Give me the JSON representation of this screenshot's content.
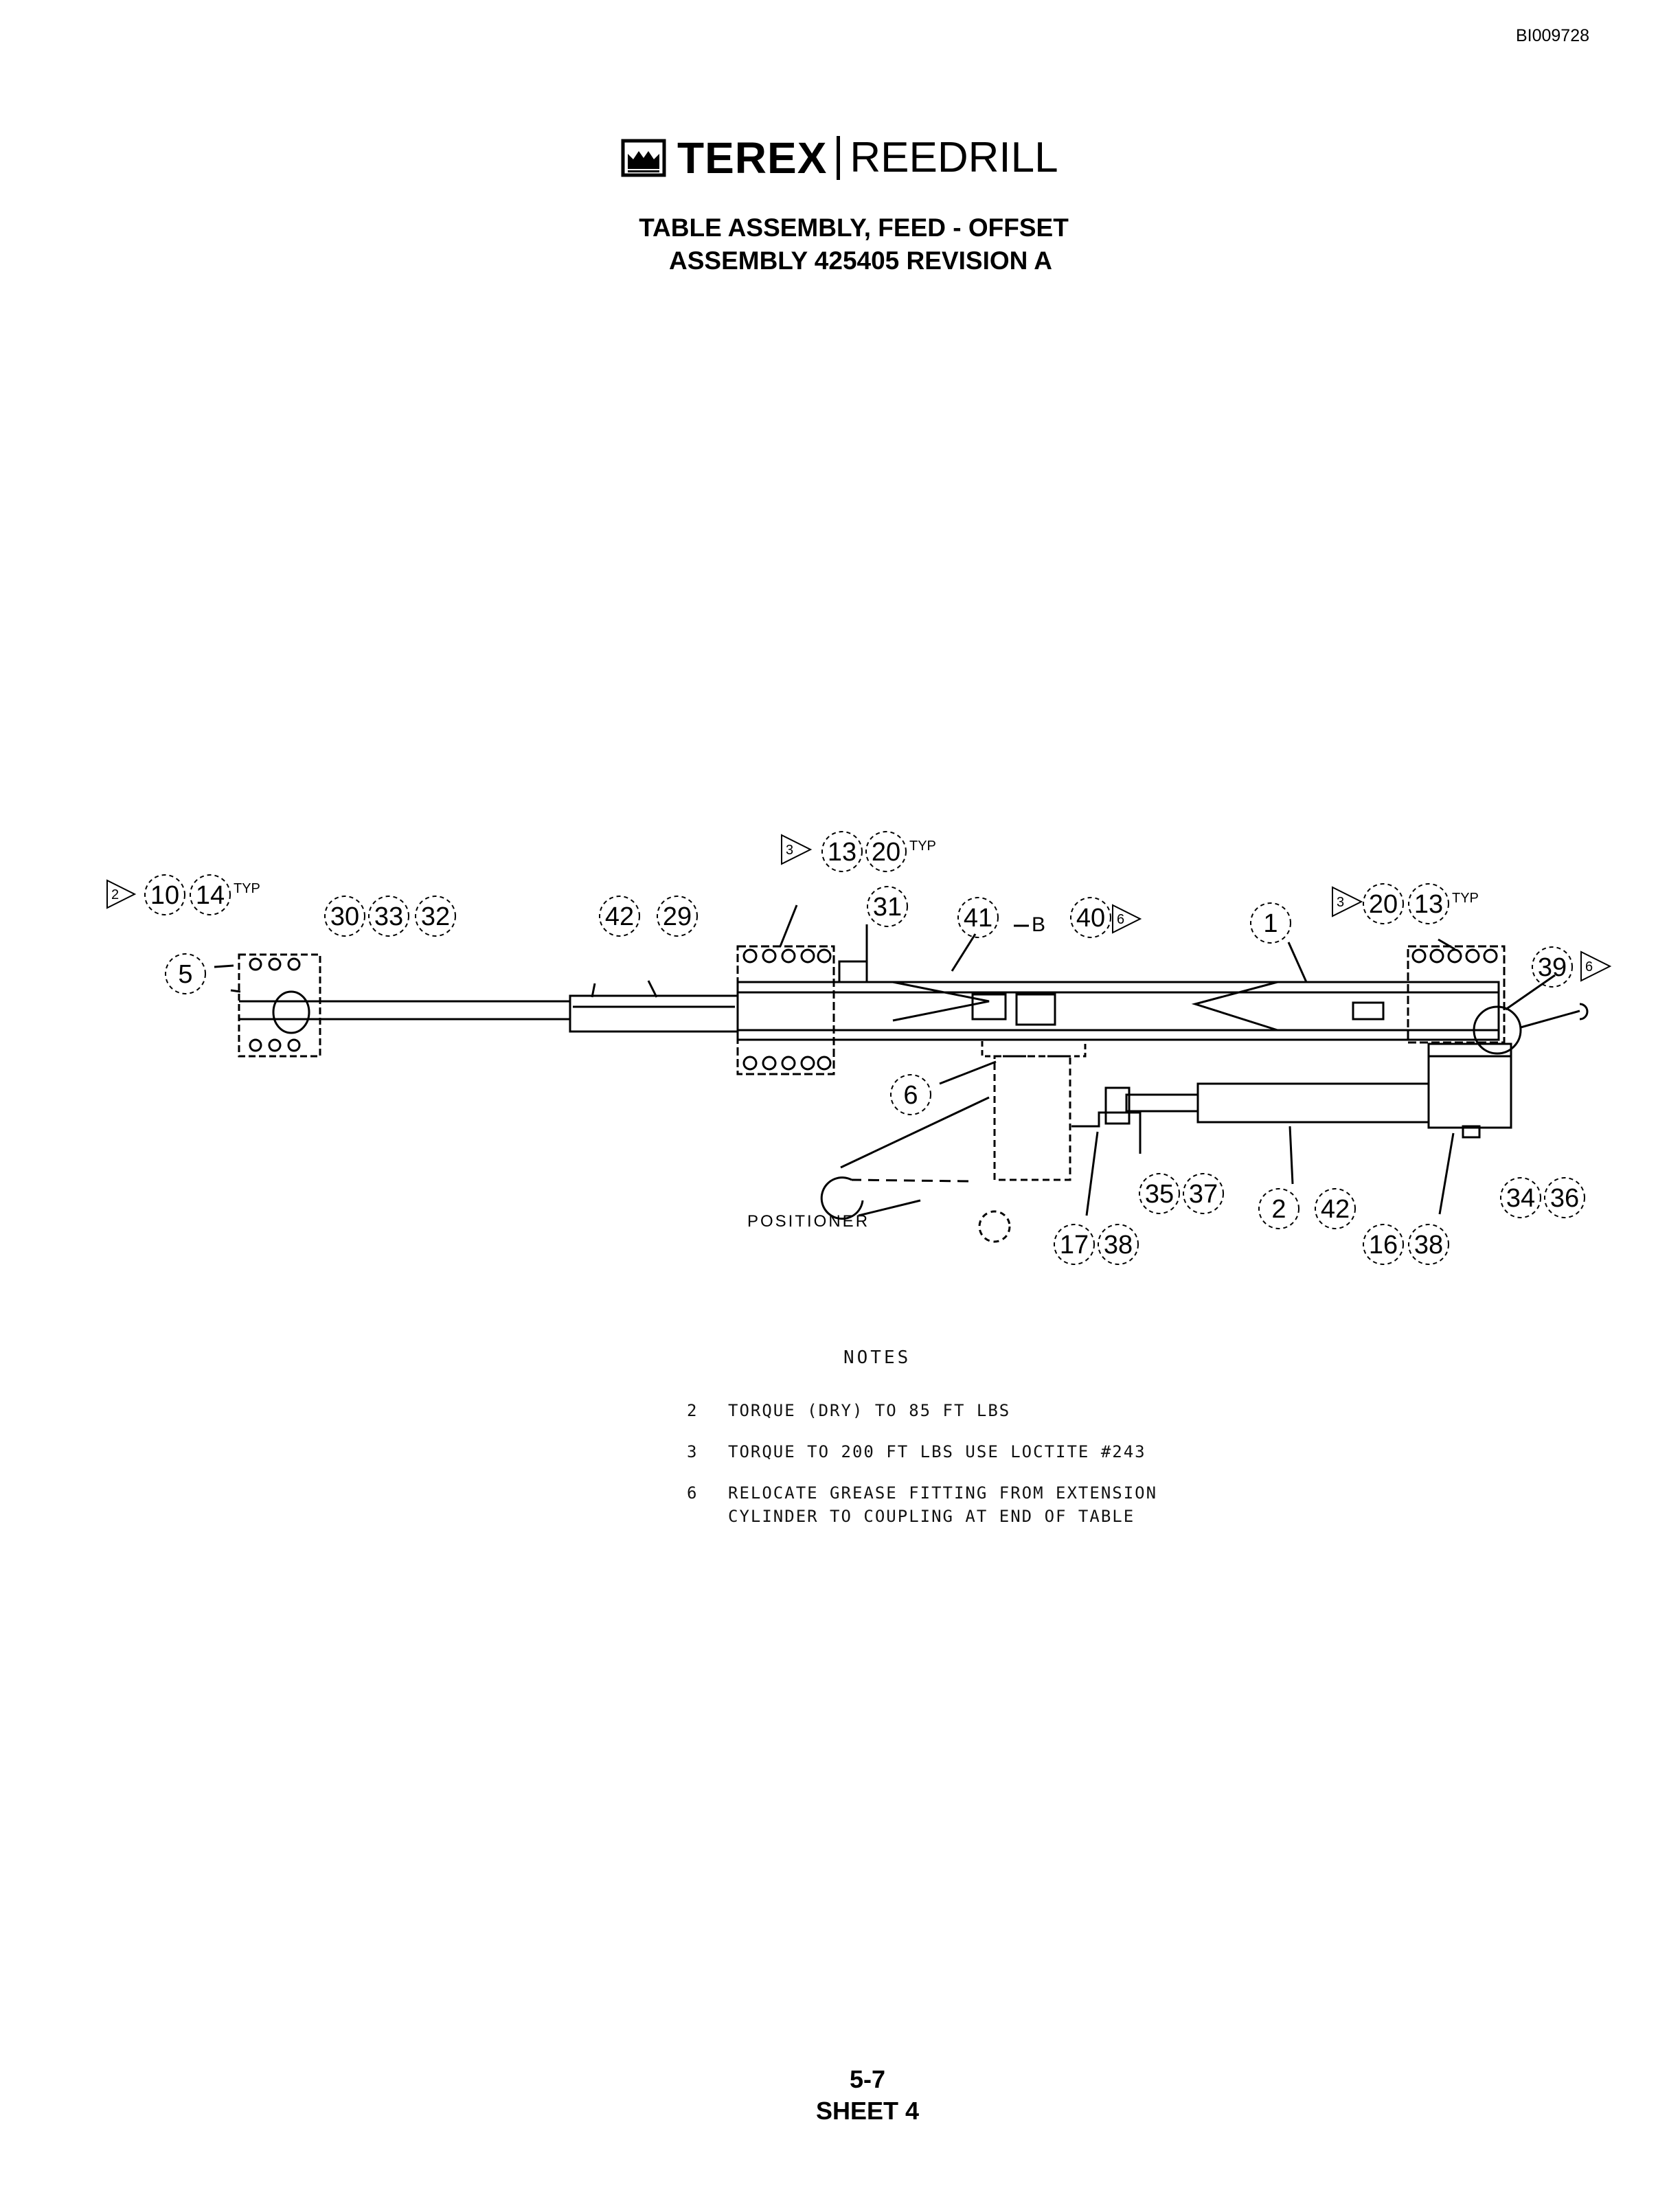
{
  "document": {
    "id": "BI009728",
    "brand_primary": "TEREX",
    "brand_secondary": "REEDRILL",
    "title_line1": "TABLE ASSEMBLY, FEED - OFFSET",
    "title_line2": "ASSEMBLY 425405 REVISION A",
    "page_number": "5-7",
    "sheet": "SHEET 4"
  },
  "callouts": {
    "c10": "10",
    "c14": "14",
    "c14_typ": "TYP",
    "c5": "5",
    "c30": "30",
    "c33": "33",
    "c32": "32",
    "c42a": "42",
    "c29": "29",
    "c13a": "13",
    "c20a": "20",
    "c20a_typ": "TYP",
    "c31": "31",
    "c41": "41",
    "c40": "40",
    "c1": "1",
    "c20b": "20",
    "c13b": "13",
    "c13b_typ": "TYP",
    "c39": "39",
    "c6": "6",
    "c35": "35",
    "c37": "37",
    "c2": "2",
    "c42b": "42",
    "c34": "34",
    "c36": "36",
    "c17": "17",
    "c38a": "38",
    "c16": "16",
    "c38b": "38",
    "positioner": "POSITIONER",
    "flag2": "2",
    "flag3a": "3",
    "flag3b": "3",
    "flag6a": "6",
    "flag6b": "6",
    "detail_b": "B"
  },
  "notes": {
    "title": "NOTES",
    "items": [
      {
        "num": "2",
        "text": "TORQUE (DRY) TO 85 FT LBS"
      },
      {
        "num": "3",
        "text": "TORQUE TO 200 FT LBS USE LOCTITE #243"
      },
      {
        "num": "6",
        "text": "RELOCATE GREASE FITTING FROM EXTENSION"
      },
      {
        "num": "",
        "text": "CYLINDER TO COUPLING AT END OF TABLE"
      }
    ]
  }
}
